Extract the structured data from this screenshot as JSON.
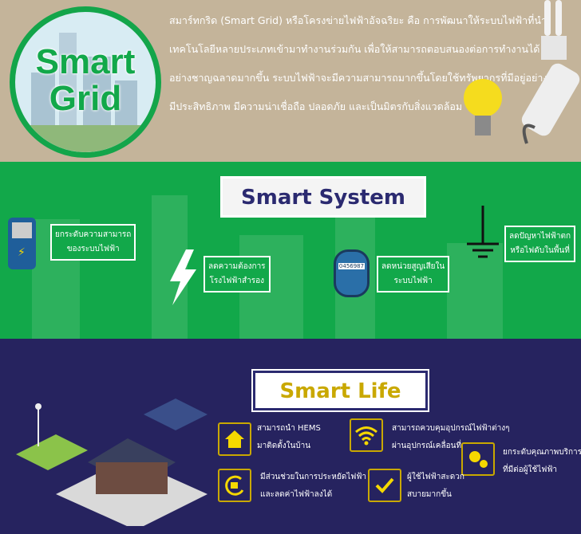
{
  "header": {
    "logo_text": "Smart Grid",
    "paragraph": [
      "สมาร์ทกริด (Smart Grid) หรือโครงข่ายไฟฟ้าอัจฉริยะ คือ การพัฒนาให้ระบบไฟฟ้าที่นำ",
      "เทคโนโลยีหลายประเภทเข้ามาทำงานร่วมกัน เพื่อให้สามารถตอบสนองต่อการทำงานได้",
      "อย่างชาญฉลาดมากขึ้น ระบบไฟฟ้าจะมีความสามารถมากขึ้นโดยใช้ทรัพยากรที่มีอยู่อย่าง",
      "มีประสิทธิภาพ มีความน่าเชื่อถือ ปลอดภัย และเป็นมิตรกับสิ่งแวดล้อม"
    ]
  },
  "smart_system": {
    "title": "Smart System",
    "meter_reading": "0456987",
    "items": [
      {
        "icon": "ev-charger-icon",
        "lines": [
          "ยกระดับความสามารถ",
          "ของระบบไฟฟ้า"
        ]
      },
      {
        "icon": "lightning-icon",
        "lines": [
          "ลดความต้องการ",
          "โรงไฟฟ้าสำรอง"
        ]
      },
      {
        "icon": "electric-meter-icon",
        "lines": [
          "ลดหน่วยสูญเสียใน",
          "ระบบไฟฟ้า"
        ]
      },
      {
        "icon": "ground-icon",
        "lines": [
          "ลดปัญหาไฟฟ้าตก",
          "หรือไฟดับในพื้นที่"
        ]
      }
    ]
  },
  "smart_life": {
    "title": "Smart Life",
    "items": [
      {
        "icon": "home-icon",
        "lines": [
          "สามารถนำ HEMS",
          "มาติดตั้งในบ้าน"
        ]
      },
      {
        "icon": "wifi-icon",
        "lines": [
          "สามารถควบคุมอุปกรณ์ไฟฟ้าต่างๆ",
          "ผ่านอุปกรณ์เคลื่อนที่"
        ]
      },
      {
        "icon": "gears-icon",
        "lines": [
          "ยกระดับคุณภาพบริการ",
          "ที่มีต่อผู้ใช้ไฟฟ้า"
        ]
      },
      {
        "icon": "plug-icon",
        "lines": [
          "มีส่วนช่วยในการประหยัดไฟฟ้า",
          "และลดค่าไฟฟ้าลงได้"
        ]
      },
      {
        "icon": "checkmark-icon",
        "lines": [
          "ผู้ใช้ไฟฟ้าสะดวก",
          "สบายมากขึ้น"
        ]
      }
    ]
  },
  "colors": {
    "tan": "#c4b49a",
    "green": "#12a84a",
    "navy": "#26235f",
    "gold": "#c9a800",
    "yellow": "#f5d800"
  }
}
